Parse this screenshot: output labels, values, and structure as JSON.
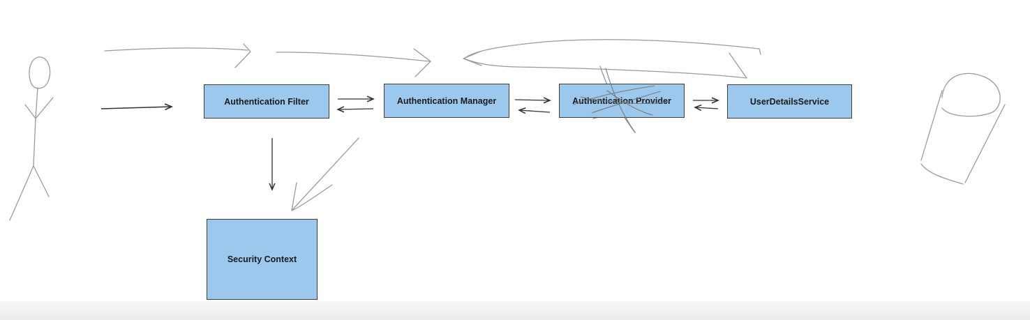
{
  "diagram": {
    "nodes": {
      "authentication_filter": "Authentication Filter",
      "authentication_manager": "Authentication Manager",
      "authentication_provider": "Authentication Provider",
      "user_details_service": "UserDetailsService",
      "security_context": "Security Context"
    },
    "colors": {
      "box_fill": "#9dc8ee",
      "box_border": "#3d3d3d",
      "arrow": "#333333",
      "sketch": "#9a9a9a"
    },
    "icons": [
      "stick-figure-user-icon",
      "database-cylinder-icon"
    ]
  }
}
